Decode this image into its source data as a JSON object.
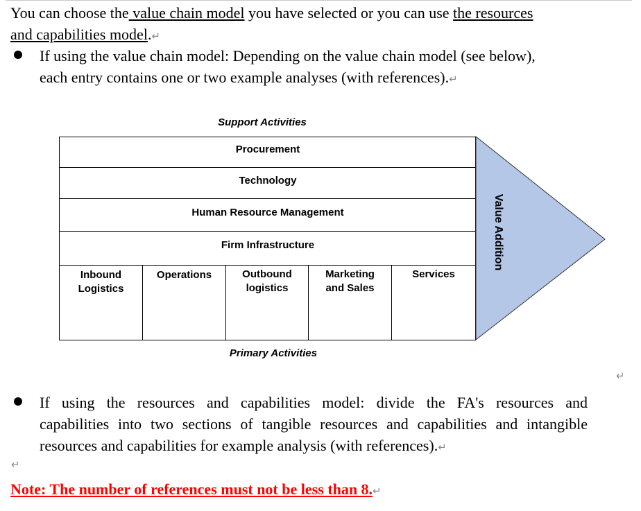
{
  "intro": {
    "part1": "You can choose the",
    "link1": " value chain model",
    "part2": " you have selected or you can use ",
    "link2": "the resources",
    "link2b": "and capabilities model",
    "part3": "."
  },
  "bullet1": {
    "line1": "If using the value chain model: Depending on the value chain model (see below),",
    "line2": "each entry contains one or two example analyses (with references)."
  },
  "diagram": {
    "support_title": "Support Activities",
    "support_rows": [
      "Procurement",
      "Technology",
      "Human Resource Management",
      "Firm Infrastructure"
    ],
    "primary_cells": [
      {
        "line1": "Inbound",
        "line2": "Logistics"
      },
      {
        "line1": "Operations",
        "line2": ""
      },
      {
        "line1": "Outbound",
        "line2": "logistics"
      },
      {
        "line1": "Marketing",
        "line2": "and Sales"
      },
      {
        "line1": "Services",
        "line2": ""
      }
    ],
    "primary_title": "Primary Activities",
    "value_label": "Value Addition",
    "arrow_color": "#b4c7e7"
  },
  "bullet2": {
    "line1": "If using the resources and capabilities model: divide the FA's resources and",
    "line2": "capabilities into two sections of tangible resources and capabilities and intangible",
    "line3": "resources and capabilities for example analysis (with references)."
  },
  "note": {
    "text": "Note: The number of references must not be less than 8.",
    "color": "#ff0000"
  },
  "marks": {
    "return": "↵"
  }
}
